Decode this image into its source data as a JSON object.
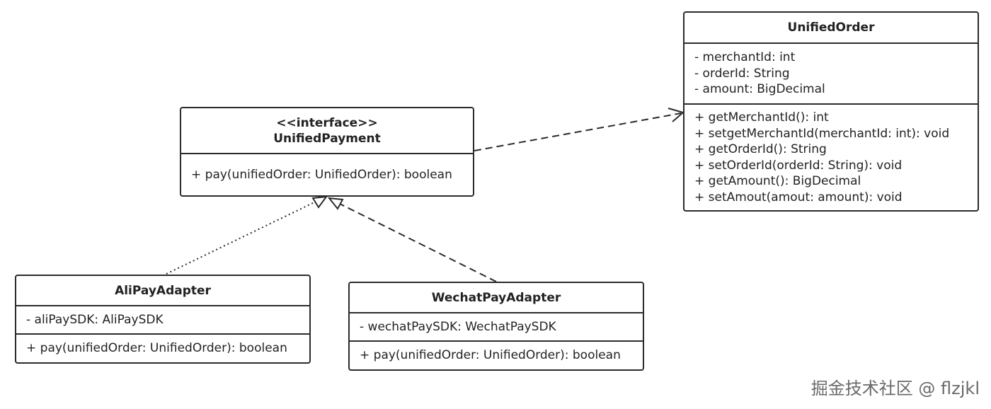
{
  "classes": {
    "unified_payment": {
      "stereotype": "<<interface>>",
      "name": "UnifiedPayment",
      "methods": [
        "+ pay(unifiedOrder: UnifiedOrder): boolean"
      ]
    },
    "unified_order": {
      "name": "UnifiedOrder",
      "attributes": [
        "- merchantId: int",
        "- orderId: String",
        "- amount: BigDecimal"
      ],
      "methods": [
        "+ getMerchantId(): int",
        "+ setgetMerchantId(merchantId: int): void",
        "+ getOrderId(): String",
        "+ setOrderId(orderId: String): void",
        "+ getAmount(): BigDecimal",
        "+ setAmout(amout: amount): void"
      ]
    },
    "alipay_adapter": {
      "name": "AliPayAdapter",
      "attributes": [
        "- aliPaySDK: AliPaySDK"
      ],
      "methods": [
        "+ pay(unifiedOrder: UnifiedOrder): boolean"
      ]
    },
    "wechatpay_adapter": {
      "name": "WechatPayAdapter",
      "attributes": [
        "- wechatPaySDK: WechatPaySDK"
      ],
      "methods": [
        "+ pay(unifiedOrder: UnifiedOrder): boolean"
      ]
    }
  },
  "relations": [
    {
      "from": "UnifiedPayment",
      "to": "UnifiedOrder",
      "kind": "dependency",
      "style": "dashed",
      "arrow": "open"
    },
    {
      "from": "AliPayAdapter",
      "to": "UnifiedPayment",
      "kind": "realization",
      "style": "dotted",
      "arrow": "hollow-triangle"
    },
    {
      "from": "WechatPayAdapter",
      "to": "UnifiedPayment",
      "kind": "realization",
      "style": "dashed",
      "arrow": "hollow-triangle"
    }
  ],
  "watermark": "掘金技术社区 @ flzjkl",
  "colors": {
    "line": "#2b2b2b",
    "background": "#ffffff",
    "watermark": "#6a6a6a"
  }
}
